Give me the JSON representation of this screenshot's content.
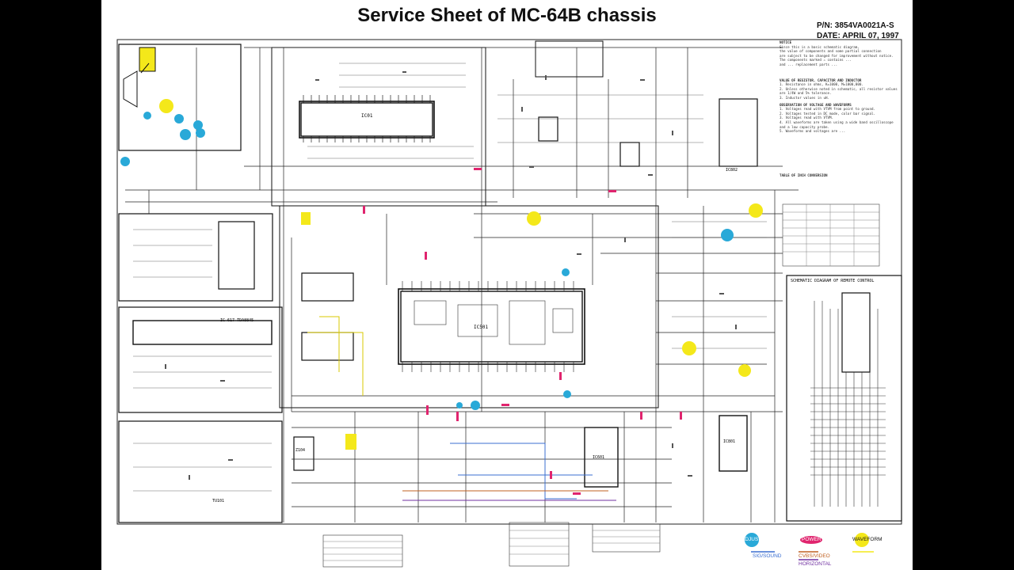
{
  "sheet": {
    "title": "Service Sheet of MC-64B chassis",
    "part_number": "P/N: 3854VA0021A-S",
    "date": "DATE: APRIL 07, 1997"
  },
  "notice": {
    "heading": "NOTICE",
    "lines": [
      "Since this is a basic schematic diagram,",
      "the value of components and some partial connection",
      "are subject to be changed for improvement without notice.",
      "",
      "The components marked ⚠ contains ...",
      "and ... replacement parts ..."
    ],
    "section2_heading": "VALUE OF RESISTOR, CAPACITOR AND INDUCTOR",
    "section2_lines": [
      "1. Resistance in ohms, K=1000, M=1000,000.",
      "2. Unless otherwise noted in schematic, all resistor values",
      "   are 1/4W and 5% tolerance.",
      "3. Inductor values in uH."
    ],
    "section3_heading": "OBSERVATION OF VOLTAGE AND WAVEFORMS",
    "section3_lines": [
      "1. Voltages read with VTVM from point to ground.",
      "2. Voltages tested in DC mode, color bar signal.",
      "3. Voltages read with VTVM.",
      "4. All waveforms are taken using a wide band oscilloscope",
      "   and a low capacity probe.",
      "5. Waveforms and voltages are ..."
    ],
    "table_heading": "TABLE OF INCH CONVERSION"
  },
  "blocks": {
    "ic01": "IC01",
    "ic501": "IC501",
    "ic801": "IC801",
    "ic802": "IC802",
    "ic601": "IC601",
    "ic_tda": "IC 617 TDA8845",
    "ic5104": "Z104",
    "tu101": "TU101",
    "remote": "SCHEMATIC DIAGRAM OF REMOTE CONTROL"
  },
  "legend": {
    "adjustment": "ADJUSTMENT",
    "power": "POWER",
    "waveform": "WAVEFORM",
    "sig_sound": "SIG/SOUND",
    "video": "CVBS/VIDEO",
    "horizontal": "HORIZONTAL"
  },
  "colors": {
    "adjustment": "#29a9d8",
    "power": "#e0246e",
    "waveform": "#f4e81a",
    "sig_sound": "#3b6fd1",
    "video": "#c06020",
    "horizontal": "#7030a0"
  }
}
